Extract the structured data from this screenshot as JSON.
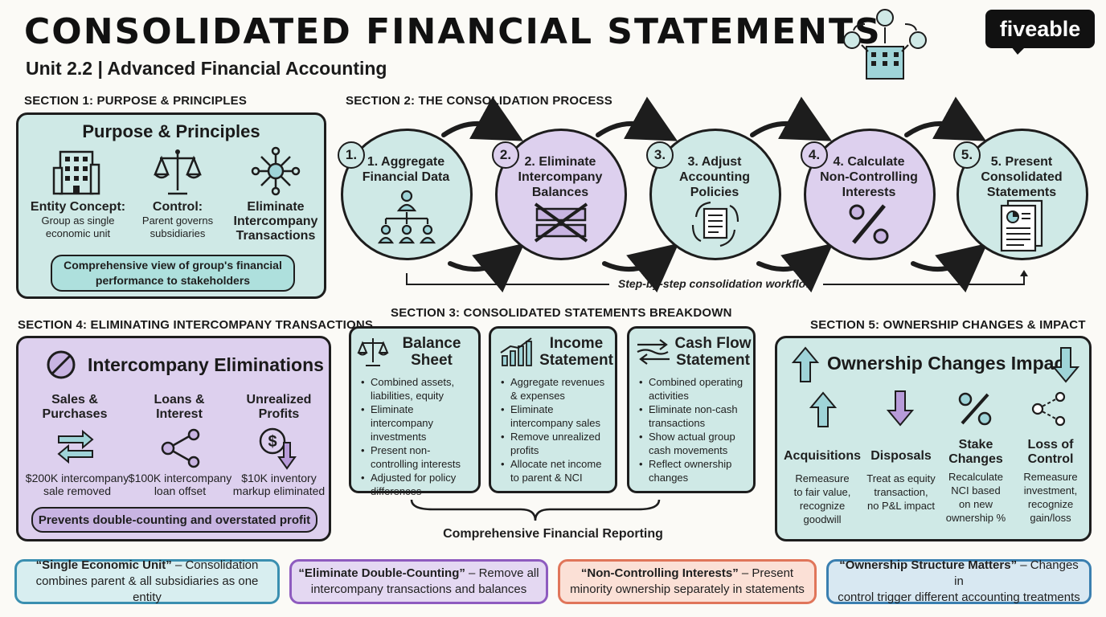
{
  "header": {
    "title": "CONSOLIDATED FINANCIAL STATEMENTS",
    "subtitle": "Unit 2.2 | Advanced Financial Accounting",
    "logo": "fiveable",
    "header_icon": "group-structure-icon"
  },
  "section1": {
    "label": "SECTION 1: PURPOSE & PRINCIPLES",
    "title": "Purpose & Principles",
    "columns": [
      {
        "icon": "building-icon",
        "heading": "Entity Concept:",
        "desc1": "Group as single",
        "desc2": "economic unit"
      },
      {
        "icon": "scales-icon",
        "heading": "Control:",
        "desc1": "Parent governs",
        "desc2": "subsidiaries"
      },
      {
        "icon": "network-icon",
        "heading1": "Eliminate",
        "heading2": "Intercompany",
        "heading3": "Transactions"
      }
    ],
    "callout1": "Comprehensive view of group's financial",
    "callout2": "performance to stakeholders"
  },
  "section2": {
    "label": "SECTION 2: THE CONSOLIDATION PROCESS",
    "steps": [
      {
        "num": "1.",
        "l1": "1. Aggregate",
        "l2": "Financial Data",
        "l3": "",
        "icon": "org-chart-icon",
        "color": "#cfe9e6"
      },
      {
        "num": "2.",
        "l1": "2. Eliminate",
        "l2": "Intercompany",
        "l3": "Balances",
        "icon": "crossed-arrows-icon",
        "color": "#ddd0ee"
      },
      {
        "num": "3.",
        "l1": "3. Adjust",
        "l2": "Accounting",
        "l3": "Policies",
        "icon": "document-cycle-icon",
        "color": "#cfe9e6"
      },
      {
        "num": "4.",
        "l1": "4. Calculate",
        "l2": "Non-Controlling",
        "l3": "Interests",
        "icon": "percent-icon",
        "color": "#ddd0ee"
      },
      {
        "num": "5.",
        "l1": "5. Present",
        "l2": "Consolidated",
        "l3": "Statements",
        "icon": "report-icon",
        "color": "#cfe9e6"
      }
    ],
    "workflow_label": "Step-by-step consolidation workflow"
  },
  "section3": {
    "label": "SECTION 3: CONSOLIDATED STATEMENTS BREAKDOWN",
    "statements": [
      {
        "icon": "scales-icon",
        "t1": "Balance",
        "t2": "Sheet",
        "items": [
          "Combined assets,",
          "liabilities, equity",
          "Eliminate intercompany",
          "investments",
          "Present non-",
          "controlling interests",
          "Adjusted for policy",
          "differences"
        ]
      },
      {
        "icon": "bar-chart-icon",
        "t1": "Income",
        "t2": "Statement",
        "items": [
          "Aggregate revenues",
          "& expenses",
          "Eliminate",
          "intercompany sales",
          "Remove unrealized",
          "profits",
          "Allocate net income",
          "to parent & NCI"
        ]
      },
      {
        "icon": "flow-arrows-icon",
        "t1": "Cash Flow",
        "t2": "Statement",
        "items": [
          "Combined operating",
          "activities",
          "Eliminate non-cash",
          "transactions",
          "Show actual group",
          "cash movements",
          "Reflect ownership",
          "changes"
        ]
      }
    ],
    "footer": "Comprehensive Financial Reporting"
  },
  "section4": {
    "label": "SECTION 4: ELIMINATING INTERCOMPANY TRANSACTIONS",
    "title": "Intercompany Eliminations",
    "title_icon": "prohibited-icon",
    "columns": [
      {
        "icon": "swap-arrows-icon",
        "h1": "Sales &",
        "h2": "Purchases",
        "d1": "$200K intercompany",
        "d2": "sale removed"
      },
      {
        "icon": "share-nodes-icon",
        "h1": "Loans &",
        "h2": "Interest",
        "d1": "$100K intercompany",
        "d2": "loan offset"
      },
      {
        "icon": "dollar-down-icon",
        "h1": "Unrealized",
        "h2": "Profits",
        "d1": "$10K inventory",
        "d2": "markup eliminated"
      }
    ],
    "callout": "Prevents double-counting and overstated profit"
  },
  "section5": {
    "label": "SECTION 5: OWNERSHIP CHANGES & IMPACT",
    "title": "Ownership Changes Impact",
    "columns": [
      {
        "icon": "arrow-up-icon",
        "h1": "Acquisitions",
        "h2": "",
        "d": [
          "Remeasure",
          "to fair value,",
          "recognize",
          "goodwill"
        ]
      },
      {
        "icon": "arrow-down-icon",
        "h1": "Disposals",
        "h2": "",
        "d": [
          "Treat as equity",
          "transaction,",
          "no P&L impact",
          ""
        ]
      },
      {
        "icon": "percent-icon",
        "h1": "Stake",
        "h2": "Changes",
        "d": [
          "Recalculate",
          "NCI based",
          "on new",
          "ownership %"
        ]
      },
      {
        "icon": "nodes-icon",
        "h1": "Loss of",
        "h2": "Control",
        "d": [
          "Remeasure",
          "investment,",
          "recognize",
          "gain/loss"
        ]
      }
    ]
  },
  "takeaways": [
    {
      "bold": "“Single Economic Unit”",
      "rest1": " – Consolidation",
      "line2": "combines parent & all subsidiaries as one entity",
      "border": "#3a8fb0",
      "bg": "#d8eef0"
    },
    {
      "bold": "“Eliminate Double-Counting”",
      "rest1": " – Remove all",
      "line2": "intercompany transactions and balances",
      "border": "#8e5bbf",
      "bg": "#e4d8f2"
    },
    {
      "bold": "“Non-Controlling Interests”",
      "rest1": " – Present",
      "line2": "minority ownership separately in statements",
      "border": "#e0755a",
      "bg": "#fbe0d6"
    },
    {
      "bold": "“Ownership Structure Matters”",
      "rest1": " – Changes in",
      "line2": "control trigger different accounting treatments",
      "border": "#3a7fb0",
      "bg": "#d8e8f2"
    }
  ]
}
